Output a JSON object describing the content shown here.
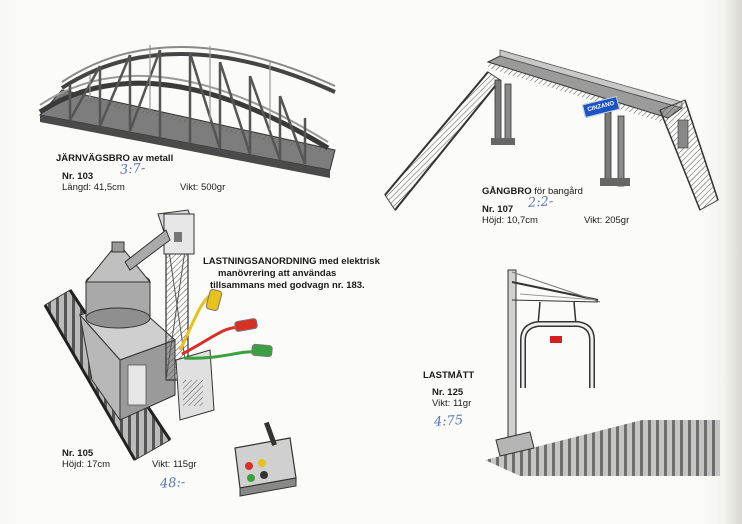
{
  "bridge": {
    "title_bold": "JÄRNVÄGSBRO",
    "title_rest": "av metall",
    "nr": "Nr. 103",
    "length": "Längd: 41,5cm",
    "weight": "Vikt: 500gr",
    "price_handwritten": "3:7-"
  },
  "footbridge": {
    "title_bold": "GÅNGBRO",
    "title_rest": "för bangård",
    "nr": "Nr. 107",
    "height": "Höjd: 10,7cm",
    "weight": "Vikt: 205gr",
    "price_handwritten": "2:2-",
    "sign_text": "CINZANO"
  },
  "loader": {
    "title_bold": "LASTNINGSANORDNING",
    "title_rest": "med elektrisk",
    "desc_line2": "manövrering att användas",
    "desc_line3": "tillsammans med godvagn nr. 183.",
    "nr": "Nr. 105",
    "height": "Höjd: 17cm",
    "weight": "Vikt: 115gr",
    "price_handwritten": "48:-"
  },
  "gauge": {
    "title": "LASTMÅTT",
    "nr": "Nr. 125",
    "weight": "Vikt: 11gr",
    "price_handwritten": "4:75"
  },
  "colors": {
    "ink": "#1b1b1b",
    "handwriting": "#3b5fa6",
    "sign_blue": "#1b55c4",
    "gauge_red": "#d62020",
    "wire_yellow": "#e6c21b",
    "wire_red": "#d63027",
    "wire_green": "#3aa040"
  }
}
